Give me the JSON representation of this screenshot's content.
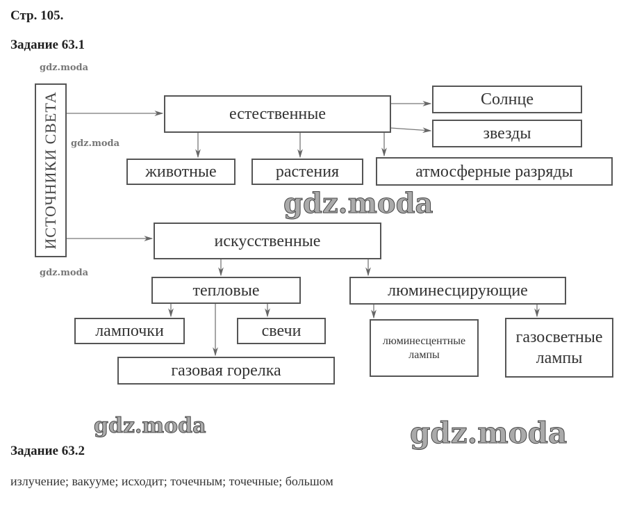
{
  "page_label": "Стр. 105.",
  "task1": {
    "title": "Задание 63.1",
    "root": "ИСТОЧНИКИ СВЕТА",
    "natural": "естественные",
    "sun": "Солнце",
    "stars": "звезды",
    "animals": "животные",
    "plants": "растения",
    "atmospheric": "атмосферные разряды",
    "artificial": "искусственные",
    "thermal": "тепловые",
    "luminescent": "люминесцирующие",
    "bulbs": "лампочки",
    "candles": "свечи",
    "gas_burner": "газовая горелка",
    "fluorescent_lamps": "люминесцентные лампы",
    "gas_discharge_lamps": "газосветные лампы"
  },
  "task2": {
    "title": "Задание 63.2",
    "answer": "излучение; вакууме; исходит; точечным; точечные; большом"
  },
  "watermark": "gdz.moda"
}
